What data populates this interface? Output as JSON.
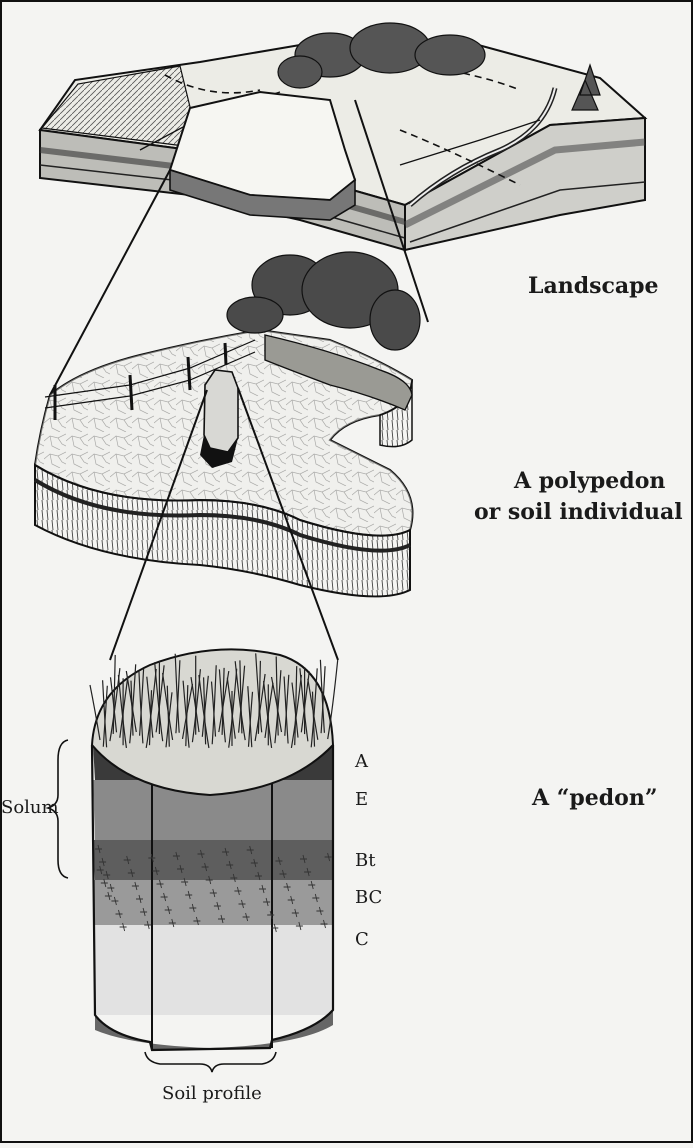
{
  "labels": {
    "landscape": "Landscape",
    "polypedon_line1": "A polypedon",
    "polypedon_line2": "or soil individual",
    "pedon": "A “pedon”",
    "solum": "Solum",
    "soil_profile": "Soil profile"
  },
  "horizons": [
    {
      "name": "A",
      "color": "#3a3a3a"
    },
    {
      "name": "E",
      "color": "#8a8a8a"
    },
    {
      "name": "Bt",
      "color": "#5e5e5e"
    },
    {
      "name": "BC",
      "color": "#9a9a9a"
    },
    {
      "name": "C",
      "color": "#e2e2e2"
    }
  ],
  "colors": {
    "ink": "#111111",
    "background": "#f4f4f2",
    "ground": "#e8e8e2",
    "tree": "#4a4a4a"
  }
}
